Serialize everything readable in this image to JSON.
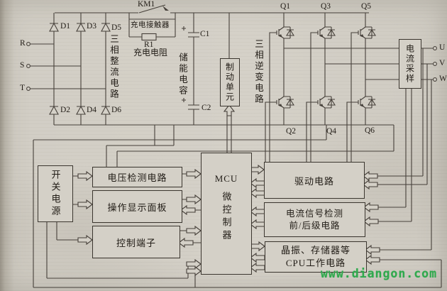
{
  "labels": {
    "km1": "KM1",
    "contactor": "充电接触器",
    "r1": "R1",
    "charge_resistor": "充电电阻",
    "rectifier": "三相整流电路",
    "cap_bank": "储能电容",
    "c1": "C1",
    "c2": "C2",
    "brake_unit": "制动单元",
    "inverter": "三相逆变电路",
    "current_sample": "电流采样"
  },
  "terminals": {
    "in": [
      "R",
      "S",
      "T"
    ],
    "out": [
      "U",
      "V",
      "W"
    ]
  },
  "diodes": {
    "top": [
      "D1",
      "D3",
      "D5"
    ],
    "bottom": [
      "D2",
      "D4",
      "D6"
    ]
  },
  "igbts": {
    "top": [
      "Q1",
      "Q3",
      "Q5"
    ],
    "bottom": [
      "Q2",
      "Q4",
      "Q6"
    ]
  },
  "blocks": {
    "psu": "开关电源",
    "voltage_detect": "电压检测电路",
    "panel": "操作显示面板",
    "ctrl_terminals": "控制端子",
    "mcu_line1": "MCU",
    "mcu_line2": "微控制器",
    "driver": "驱动电路",
    "current_detect_line1": "电流信号检测",
    "current_detect_line2": "前/后级电路",
    "cpu_line1": "晶振、存储器等",
    "cpu_line2": "CPU工作电路"
  },
  "watermark": {
    "text": "www.diangon.com",
    "color": "#2fa94d"
  }
}
